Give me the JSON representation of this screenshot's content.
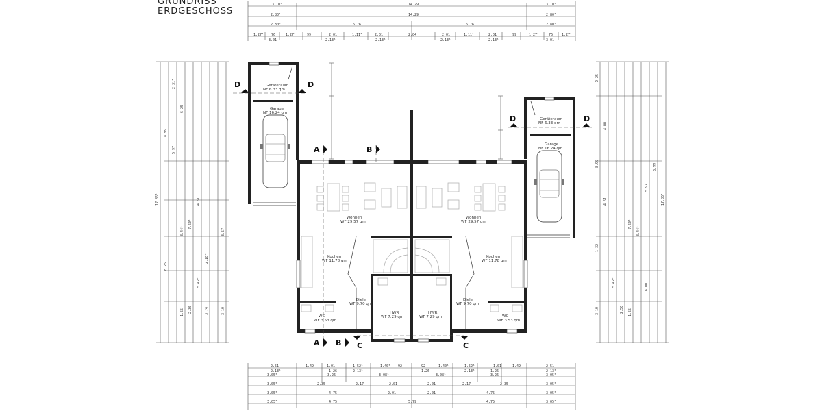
{
  "title": {
    "line1": "GRUNDRISS",
    "line2": "ERDGESCHOSS"
  },
  "dims_top": {
    "row1": [
      "3.10⁵",
      "14.29",
      "3.10⁵"
    ],
    "row2": [
      "2.80⁵",
      "14.29",
      "2.80⁵"
    ],
    "row3": [
      "2.80⁵",
      "6.76",
      "6.76",
      "2.80⁵"
    ],
    "row4": [
      "1.27⁵",
      "76",
      "1.27⁵",
      "99",
      "2.01",
      "1.11⁵",
      "2.01",
      "2.04",
      "2.01",
      "1.11⁵",
      "2.01",
      "99",
      "1.27⁵",
      "76",
      "1.27⁵"
    ],
    "row5": [
      "3.01",
      "2.13⁵",
      "2.13⁵",
      "2.13⁵",
      "2.13⁵",
      "3.01"
    ]
  },
  "dims_bottom": {
    "row1": [
      "2.51",
      "1.49",
      "1.01",
      "1.52⁵",
      "1.40⁵",
      "92",
      "92",
      "1.40⁵",
      "1.52⁵",
      "1.01",
      "1.49",
      "2.51"
    ],
    "row2": [
      "2.13⁵",
      "1.26",
      "2.13⁵",
      "1.26",
      "2.13⁵",
      "1.26",
      "2.13⁵"
    ],
    "row3": [
      "3.05⁵",
      "3.26",
      "3.08⁵",
      "3.08⁵",
      "3.26",
      "3.05⁵"
    ],
    "row4": [
      "3.05⁵",
      "2.35",
      "2.17",
      "2.01",
      "2.01",
      "2.17",
      "2.35",
      "3.05⁵"
    ],
    "row5": [
      "3.05⁵",
      "4.75",
      "2.01",
      "2.01",
      "4.75",
      "3.05⁵"
    ],
    "row6": [
      "3.05⁵",
      "4.75",
      "5.79",
      "4.75",
      "3.05⁵"
    ]
  },
  "dims_left": [
    "17.86⁵",
    "8.99",
    "5.97",
    "6.25",
    "2.31⁵",
    "8.25",
    "8.44⁵",
    "7.60⁵",
    "4.51",
    "3.57",
    "2.18⁵",
    "5.42⁵",
    "1.55",
    "2.30",
    "3.74",
    "3.10"
  ],
  "dims_right": [
    "2.25",
    "4.00",
    "4.51",
    "8.99",
    "7.60⁵",
    "8.44⁵",
    "5.97",
    "8.99",
    "17.86⁵",
    "1.32",
    "5.42⁵",
    "2.50",
    "1.55",
    "6.00",
    "3.10"
  ],
  "rooms": {
    "left_geraet": {
      "name": "Geräteraum",
      "area": "NF  6.33  qm"
    },
    "left_garage": {
      "name": "Garage",
      "area": "NF  16.24  qm"
    },
    "right_geraet": {
      "name": "Geräteraum",
      "area": "NF  6.33  qm"
    },
    "right_garage": {
      "name": "Garage",
      "area": "NF  16.24  qm"
    },
    "left_wohnen": {
      "name": "Wohnen",
      "area": "WF  29.57  qm"
    },
    "right_wohnen": {
      "name": "Wohnen",
      "area": "WF  29.57  qm"
    },
    "left_kochen": {
      "name": "Kochen",
      "area": "WF  11.78  qm"
    },
    "right_kochen": {
      "name": "Kochen",
      "area": "WF  11.78  qm"
    },
    "left_diele": {
      "name": "Diele",
      "area": "WF  9.70  qm"
    },
    "right_diele": {
      "name": "Diele",
      "area": "WF  9.70  qm"
    },
    "left_hwr": {
      "name": "HWR",
      "area": "WF  7.29  qm"
    },
    "right_hwr": {
      "name": "HWR",
      "area": "WF  7.29  qm"
    },
    "left_wc": {
      "name": "WC",
      "area": "WF  3.53  qm"
    },
    "right_wc": {
      "name": "WC",
      "area": "WF  3.53  qm"
    }
  },
  "section_marks": {
    "a": "A",
    "b": "B",
    "c": "C",
    "d": "D"
  }
}
